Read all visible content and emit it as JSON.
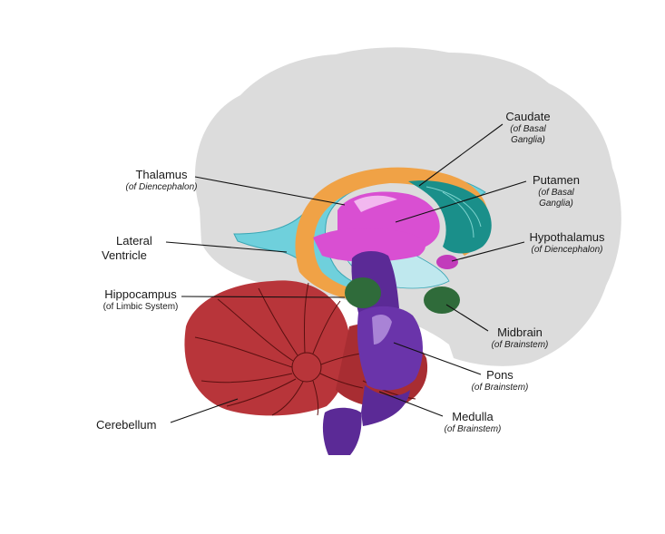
{
  "labels": {
    "caudate": {
      "name": "Caudate",
      "sub1": "(of Basal",
      "sub2": "Ganglia)"
    },
    "putamen": {
      "name": "Putamen",
      "sub1": "(of Basal",
      "sub2": "Ganglia)"
    },
    "hypothalamus": {
      "name": "Hypothalamus",
      "sub": "(of Diencephalon)"
    },
    "thalamus": {
      "name": "Thalamus",
      "sub": "(of Diencephalon)"
    },
    "lateral_ventricle": {
      "line1": "Lateral",
      "line2": "Ventricle"
    },
    "hippocampus": {
      "name": "Hippocampus",
      "sub": "(of Limbic System)"
    },
    "midbrain": {
      "name": "Midbrain",
      "sub": "(of Brainstem)"
    },
    "pons": {
      "name": "Pons",
      "sub": "(of Brainstem)"
    },
    "medulla": {
      "name": "Medulla",
      "sub": "(of Brainstem)"
    },
    "cerebellum": {
      "name": "Cerebellum"
    }
  },
  "colors": {
    "brain_outline": "#dcdcdc",
    "ventricle": "#6fd0dc",
    "caudate": "#f0a246",
    "putamen": "#1a8f8a",
    "thalamus": "#d94fd2",
    "hypothalamus": "#c23cbb",
    "hippocampus": "#2f6b3a",
    "brainstem": "#5b2a96",
    "cerebellum": "#b8353a",
    "leader_line": "#111111"
  }
}
